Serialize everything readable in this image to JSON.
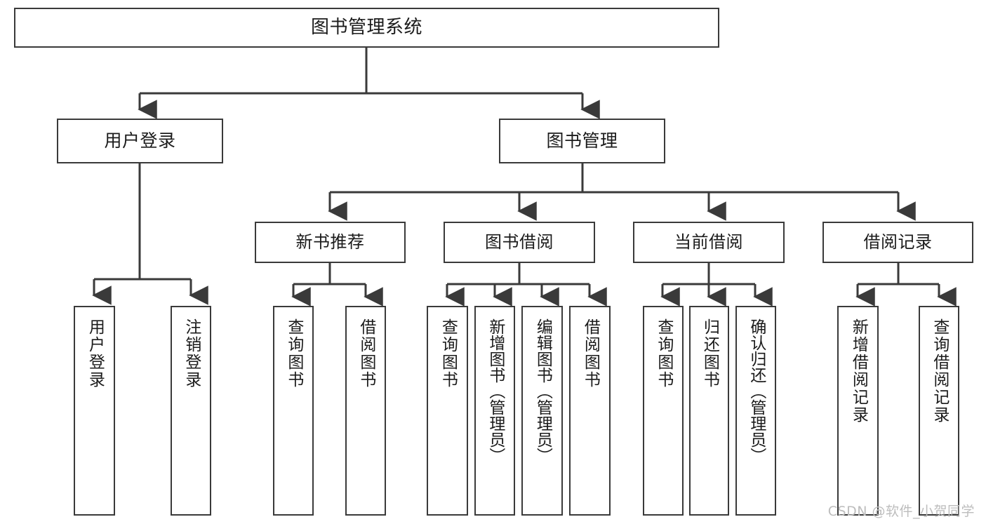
{
  "diagram": {
    "title": "图书管理系统",
    "type": "tree-hierarchy",
    "line_color": "#3a3a3a",
    "box_fill": "#ffffff",
    "text_color": "#1b1b1b",
    "root": {
      "label": "图书管理系统"
    },
    "branches": [
      {
        "label": "用户登录"
      },
      {
        "label": "图书管理"
      }
    ],
    "groups": [
      {
        "label": "新书推荐"
      },
      {
        "label": "图书借阅"
      },
      {
        "label": "当前借阅"
      },
      {
        "label": "借阅记录"
      }
    ],
    "leaves": {
      "user_login": [
        {
          "label": "用户登录"
        },
        {
          "label": "注销登录"
        }
      ],
      "new_book_recommend": [
        {
          "label": "查询图书"
        },
        {
          "label": "借阅图书"
        }
      ],
      "book_borrow": [
        {
          "label": "查询图书"
        },
        {
          "label": "新增图书（管理员）"
        },
        {
          "label": "编辑图书（管理员）"
        },
        {
          "label": "借阅图书"
        }
      ],
      "current_borrow": [
        {
          "label": "查询图书"
        },
        {
          "label": "归还图书"
        },
        {
          "label": "确认归还（管理员）"
        }
      ],
      "borrow_record": [
        {
          "label": "新增借阅记录"
        },
        {
          "label": "查询借阅记录"
        }
      ]
    }
  },
  "watermark": {
    "text": "CSDN @软件_小贺同学",
    "color": "#bdbdbd"
  }
}
